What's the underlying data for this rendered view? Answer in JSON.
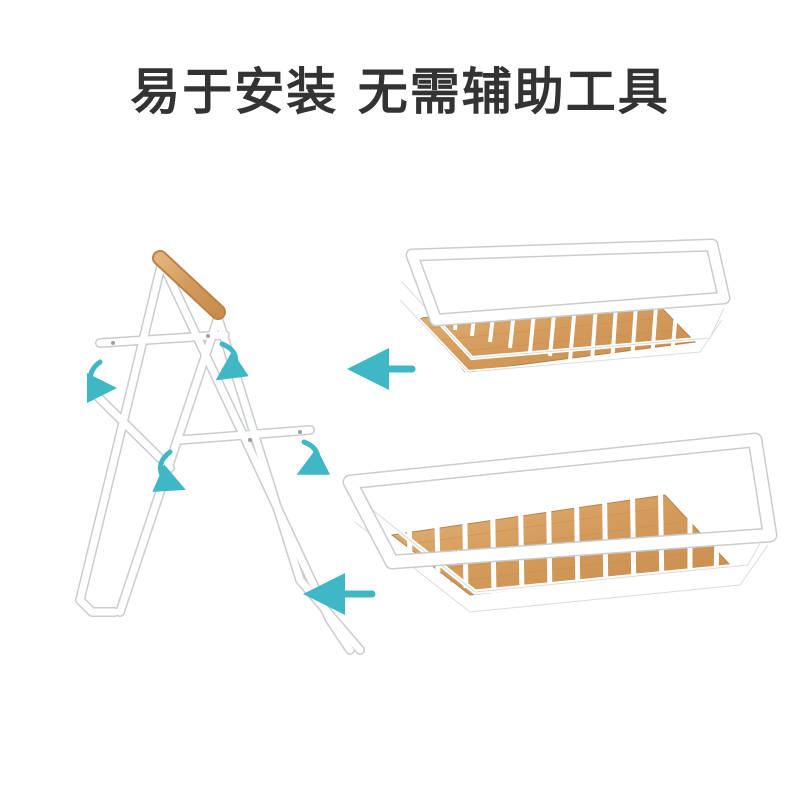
{
  "headline": "易于安装 无需辅助工具",
  "colors": {
    "text": "#333333",
    "frame": "#ffffff",
    "frame_edge": "#c9ccd0",
    "wood": "#d9a465",
    "wood_dark": "#b9824a",
    "arrow": "#3fb7c4"
  },
  "illustration": {
    "items": [
      "folding-stand",
      "small-wire-basket",
      "large-wire-basket"
    ],
    "arrows": [
      "rotate-arrow",
      "insert-arrow"
    ]
  }
}
